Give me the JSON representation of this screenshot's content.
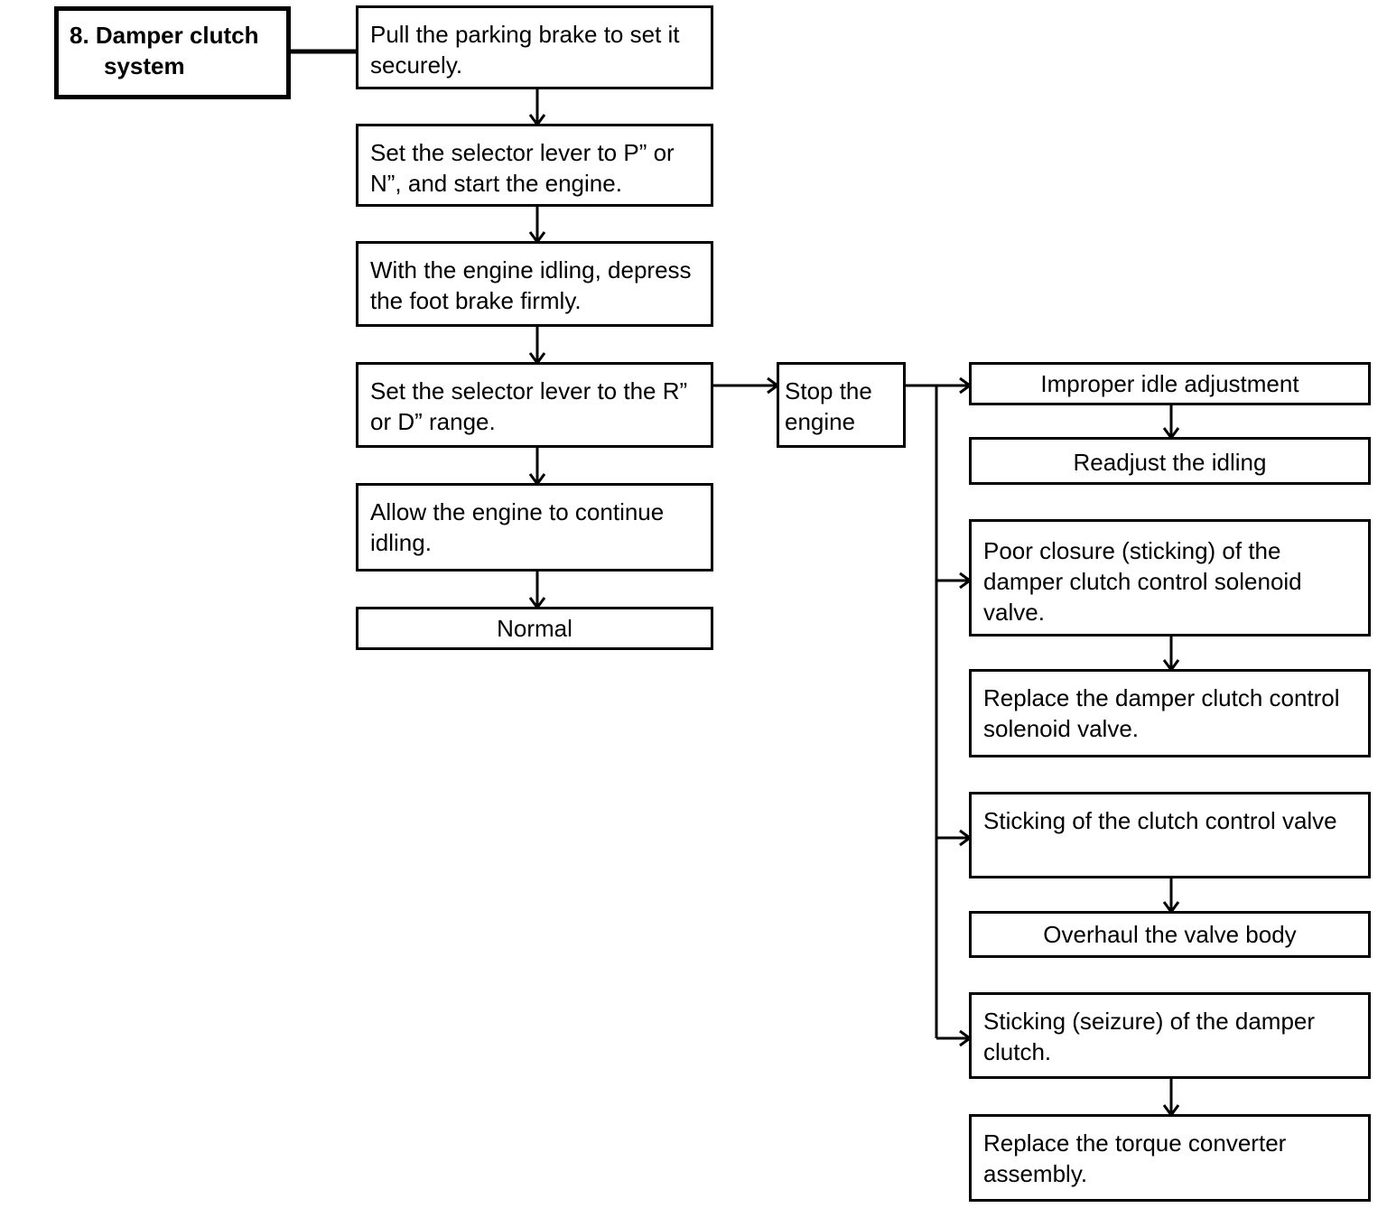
{
  "title": {
    "line1": "8. Damper clutch",
    "line2": "system"
  },
  "steps": [
    "Pull the parking brake to set it securely.",
    "Set the selector lever to P” or N”, and start the engine.",
    "With the engine idling, depress the foot brake firmly.",
    "Set the selector lever to the R” or D” range.",
    "Allow the engine to continue idling.",
    "Normal"
  ],
  "stop": "Stop the engine",
  "causes": [
    {
      "cause": "Improper idle adjustment",
      "remedy": "Readjust the idling"
    },
    {
      "cause": "Poor closure (sticking) of the damper clutch control solenoid valve.",
      "remedy": "Replace the damper clutch control solenoid valve."
    },
    {
      "cause": "Sticking of the clutch control valve",
      "remedy": "Overhaul the valve body"
    },
    {
      "cause": "Sticking (seizure) of the damper clutch.",
      "remedy": "Replace the torque converter assembly."
    }
  ]
}
